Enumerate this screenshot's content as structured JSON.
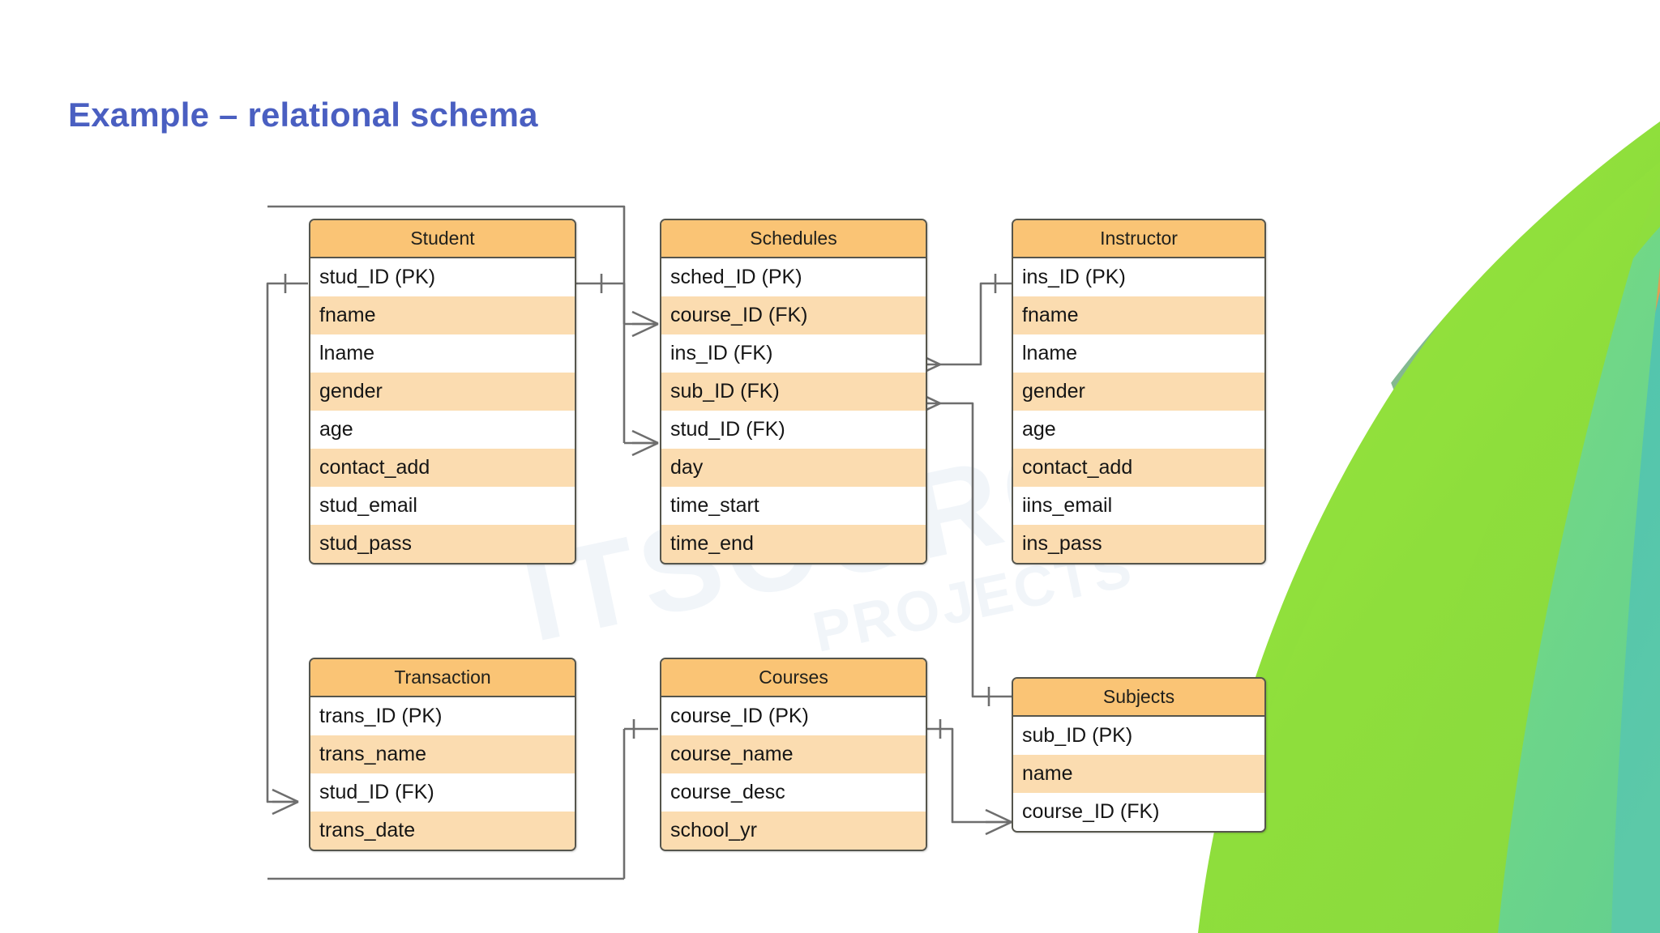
{
  "slide": {
    "title": "Example – relational schema",
    "title_color": "#4a5fc1",
    "background_color": "#ffffff"
  },
  "theme": {
    "entity_header_fill": "#fac475",
    "entity_row_alt_fill": "#fbdcb0",
    "entity_row_fill": "#ffffff",
    "entity_border": "#55554c",
    "connector_color": "#6e6e6e",
    "accent_green": "#8ede3c",
    "accent_green_light": "#79dd7e",
    "accent_teal": "#4fc3b0",
    "accent_orange": "#f58634"
  },
  "diagram": {
    "type": "entity-relationship-diagram",
    "notation": "crow's foot",
    "entities": [
      {
        "name": "Student",
        "attributes": [
          "stud_ID (PK)",
          "fname",
          "lname",
          "gender",
          "age",
          "contact_add",
          "stud_email",
          "stud_pass"
        ]
      },
      {
        "name": "Schedules",
        "attributes": [
          "sched_ID (PK)",
          "course_ID (FK)",
          "ins_ID (FK)",
          "sub_ID (FK)",
          "stud_ID (FK)",
          "day",
          "time_start",
          "time_end"
        ]
      },
      {
        "name": "Instructor",
        "attributes": [
          "ins_ID (PK)",
          "fname",
          "lname",
          "gender",
          "age",
          "contact_add",
          "iins_email",
          "ins_pass"
        ]
      },
      {
        "name": "Transaction",
        "attributes": [
          "trans_ID (PK)",
          "trans_name",
          "stud_ID (FK)",
          "trans_date"
        ]
      },
      {
        "name": "Courses",
        "attributes": [
          "course_ID (PK)",
          "course_name",
          "course_desc",
          "school_yr"
        ]
      },
      {
        "name": "Subjects",
        "attributes": [
          "sub_ID (PK)",
          "name",
          "course_ID (FK)"
        ]
      }
    ],
    "relationships": [
      {
        "from": "Student.stud_ID (PK)",
        "to": "Schedules.stud_ID (FK)",
        "cardinality": "one-to-many"
      },
      {
        "from": "Student.stud_ID (PK)",
        "to": "Transaction.stud_ID (FK)",
        "cardinality": "one-to-many"
      },
      {
        "from": "Courses.course_ID (PK)",
        "to": "Schedules.course_ID (FK)",
        "cardinality": "one-to-many"
      },
      {
        "from": "Instructor.ins_ID (PK)",
        "to": "Schedules.ins_ID (FK)",
        "cardinality": "one-to-many"
      },
      {
        "from": "Subjects.sub_ID (PK)",
        "to": "Schedules.sub_ID (FK)",
        "cardinality": "one-to-many"
      },
      {
        "from": "Courses.course_ID (PK)",
        "to": "Subjects.course_ID (FK)",
        "cardinality": "one-to-many"
      }
    ]
  }
}
